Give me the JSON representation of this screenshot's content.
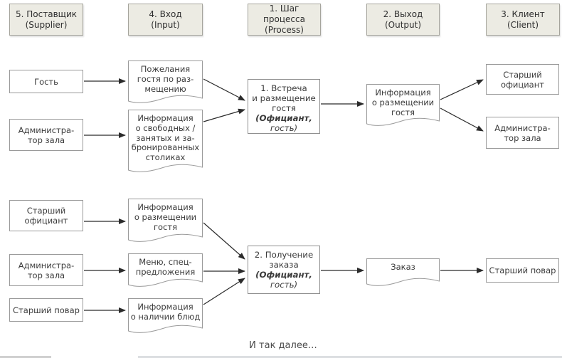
{
  "columns": [
    "5. Поставщик\n(Supplier)",
    "4. Вход\n(Input)",
    "1. Шаг процесса\n(Process)",
    "2. Выход\n(Output)",
    "3. Клиент\n(Client)"
  ],
  "row1": {
    "suppliers": [
      "Гость",
      "Администра-\nтор зала"
    ],
    "inputs": [
      "Пожелания\nгостя по раз-\nмещению",
      "Информация\nо свободных /\nзанятых и за-\nбронированных\nстоликах"
    ],
    "process": {
      "title": "1. Встреча\nи размещение\nгостя",
      "actor_line1": "(Официант,",
      "actor_line2": "гость)"
    },
    "output": "Информация\nо размещении\nгостя",
    "clients": [
      "Старший\nофициант",
      "Администра-\nтор зала"
    ]
  },
  "row2": {
    "suppliers": [
      "Старший\nофициант",
      "Администра-\nтор зала",
      "Старший повар"
    ],
    "inputs": [
      "Информация\nо размещении\nгостя",
      "Меню, спец-\nпредложения",
      "Информация\nо наличии блюд"
    ],
    "process": {
      "title": "2. Получение\nзаказа",
      "actor_line1": "(Официант,",
      "actor_line2": "гость)"
    },
    "output": "Заказ",
    "clients": [
      "Старший повар"
    ]
  },
  "footer": {
    "caption": "И так далее…"
  },
  "colors": {
    "header_fill": "#ecebe3",
    "shape_border": "#9a9a9a",
    "arrow": "#2b2b2b",
    "text": "#3a3a3a"
  }
}
